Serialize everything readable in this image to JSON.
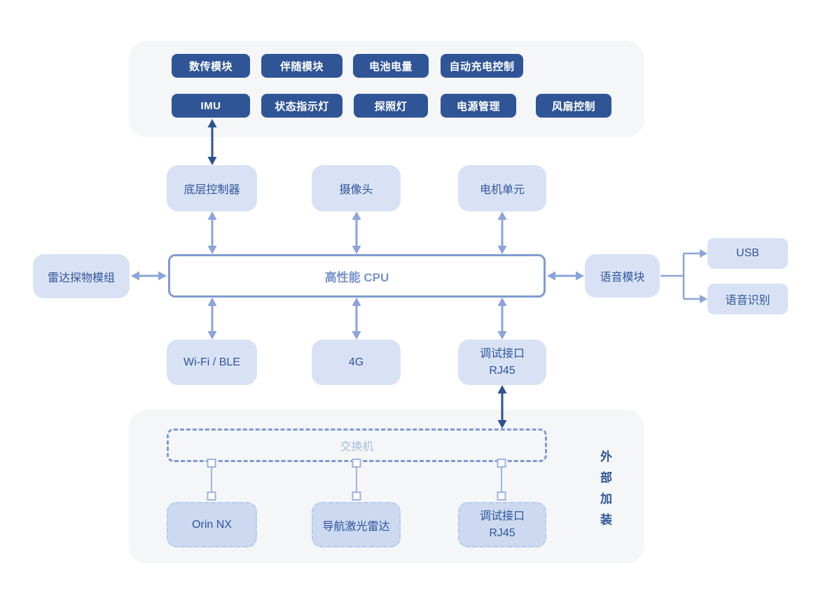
{
  "diagram": {
    "top_panel": {
      "row1": [
        {
          "label": "数传模块"
        },
        {
          "label": "伴随模块"
        },
        {
          "label": "电池电量"
        },
        {
          "label": "自动充电控制"
        }
      ],
      "row2": [
        {
          "label": "IMU"
        },
        {
          "label": "状态指示灯"
        },
        {
          "label": "探照灯"
        },
        {
          "label": "电源管理"
        },
        {
          "label": "风扇控制"
        }
      ]
    },
    "mid_nodes": {
      "controller": "底层控制器",
      "camera": "摄像头",
      "motor": "电机单元"
    },
    "cpu": {
      "label": "高性能 CPU"
    },
    "radar": {
      "label": "雷达探物模组"
    },
    "voice": {
      "label": "语音模块",
      "usb": "USB",
      "speech": "语音识别"
    },
    "comm": {
      "wifi": "Wi-Fi / BLE",
      "cellular": "4G",
      "debug": {
        "line1": "调试接口",
        "line2": "RJ45"
      }
    },
    "external": {
      "switch": "交换机",
      "side_label": "外部加装",
      "orin": "Orin NX",
      "lidar": "导航激光雷达",
      "debug": {
        "line1": "调试接口",
        "line2": "RJ45"
      }
    },
    "colors": {
      "dark_module": "#2f5597",
      "light_node_fill": "#d9e2f4",
      "cloud_fill": "#ccd9f0",
      "panel_bg": "#f5f6f8",
      "light_arrow": "#8ba4d9",
      "dark_arrow": "#2c5290",
      "node_text": "#31559c",
      "cpu_text": "#7b93cd",
      "switch_text": "#a9bcdf"
    }
  }
}
